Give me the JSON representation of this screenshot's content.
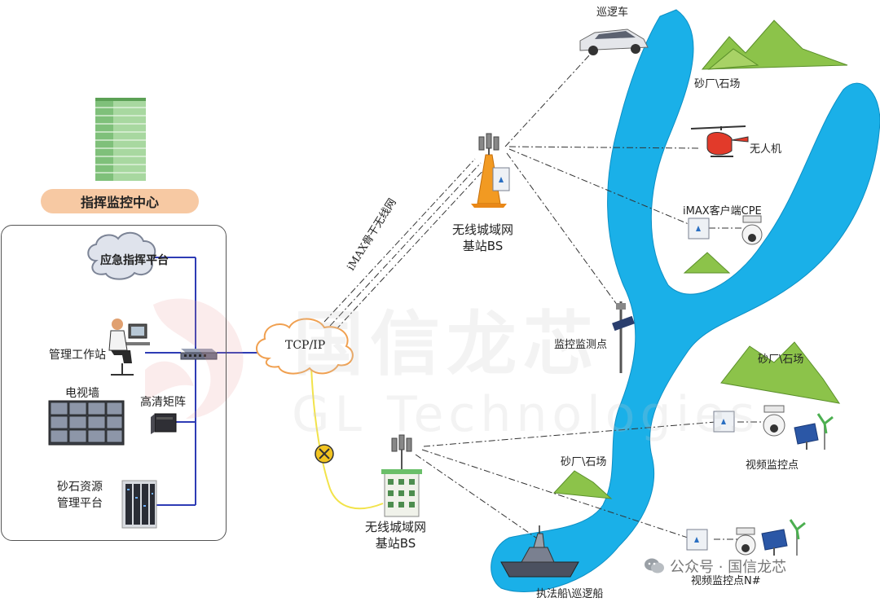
{
  "command_center": {
    "label": "指挥监控中心"
  },
  "panel": {
    "emergency_platform": "应急指挥平台",
    "workstation": "管理工作站",
    "video_wall": "电视墙",
    "hd_matrix": "高清矩阵",
    "sand_platform_line1": "砂石资源",
    "sand_platform_line2": "管理平台"
  },
  "network": {
    "tcpip": "TCP/IP",
    "backbone": "iMAX骨干无线网",
    "base_station_top_line1": "无线城域网",
    "base_station_top_line2": "基站BS",
    "base_station_bottom_line1": "无线城域网",
    "base_station_bottom_line2": "基站BS"
  },
  "endpoints": {
    "patrol_car": "巡逻车",
    "quarry_top": "砂厂\\石场",
    "drone": "无人机",
    "cpe": "iMAX客户端CPE",
    "monitor_point": "监控监测点",
    "quarry_right": "砂厂\\石场",
    "video_point": "视频监控点",
    "quarry_mid": "砂厂\\石场",
    "video_point_n": "视频监控点N#",
    "ship": "执法船\\巡逻船"
  },
  "watermark": {
    "cn": "国信龙芯",
    "en": "GL Technologies"
  },
  "footer": {
    "text": "公众号 · 国信龙芯"
  },
  "colors": {
    "river": "#1ab0e8",
    "mountain": "#7fba3f",
    "pill": "#f7c9a3",
    "link_blue": "#2e3cb5",
    "fiber_yellow": "#f2e34a",
    "tower_orange": "#f29a22"
  }
}
